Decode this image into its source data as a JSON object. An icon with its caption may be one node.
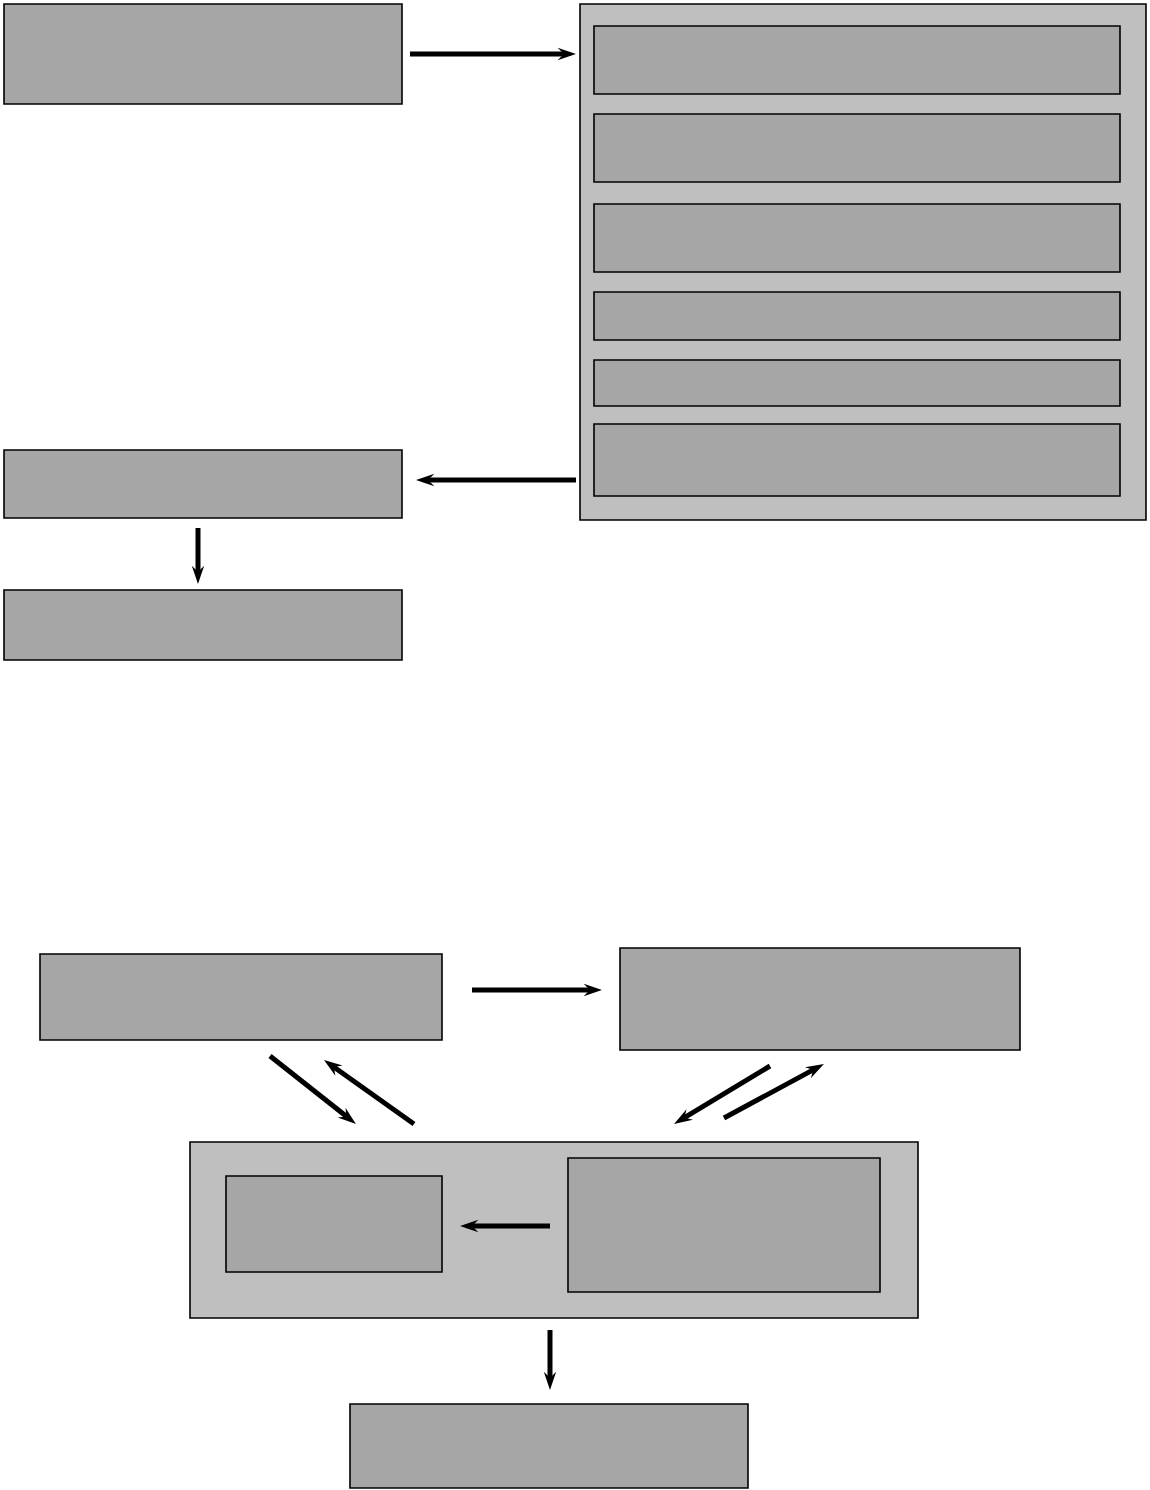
{
  "diagram": {
    "nodes": [
      {
        "text": [],
        "shape": "box"
      },
      {
        "text": [],
        "shape": "box"
      },
      {
        "text": [],
        "shape": "box",
        "in": 1
      },
      {
        "text": [],
        "shape": "box",
        "in": 1
      },
      {
        "text": [],
        "shape": "box",
        "in": 1
      },
      {
        "text": [],
        "shape": "box",
        "in": 1
      },
      {
        "text": [],
        "shape": "box",
        "in": 1
      },
      {
        "text": [],
        "shape": "box",
        "in": 1
      },
      {
        "text": [],
        "shape": "box"
      },
      {
        "text": [],
        "shape": "box"
      },
      {
        "text": [],
        "shape": "box"
      },
      {
        "text": [],
        "shape": "box"
      },
      {
        "text": [],
        "shape": "box"
      },
      {
        "text": [],
        "shape": "box",
        "in": 12
      },
      {
        "text": [],
        "shape": "box",
        "in": 12
      },
      {
        "text": [],
        "shape": "box"
      }
    ],
    "edges": [
      {
        "from": 0,
        "to": 1,
        "arrow": "to"
      },
      {
        "from": 1,
        "to": 8,
        "arrow": "to"
      },
      {
        "from": 8,
        "to": 9,
        "arrow": "to"
      },
      {
        "from": 10,
        "to": 11,
        "arrow": "to"
      },
      {
        "from": 10,
        "to": 12,
        "arrow": "to"
      },
      {
        "from": 12,
        "to": 10,
        "arrow": "to"
      },
      {
        "from": 11,
        "to": 12,
        "arrow": "to"
      },
      {
        "from": 12,
        "to": 11,
        "arrow": "to"
      },
      {
        "from": 14,
        "to": 13,
        "arrow": "to"
      },
      {
        "from": 12,
        "to": 15,
        "arrow": "to"
      }
    ]
  }
}
